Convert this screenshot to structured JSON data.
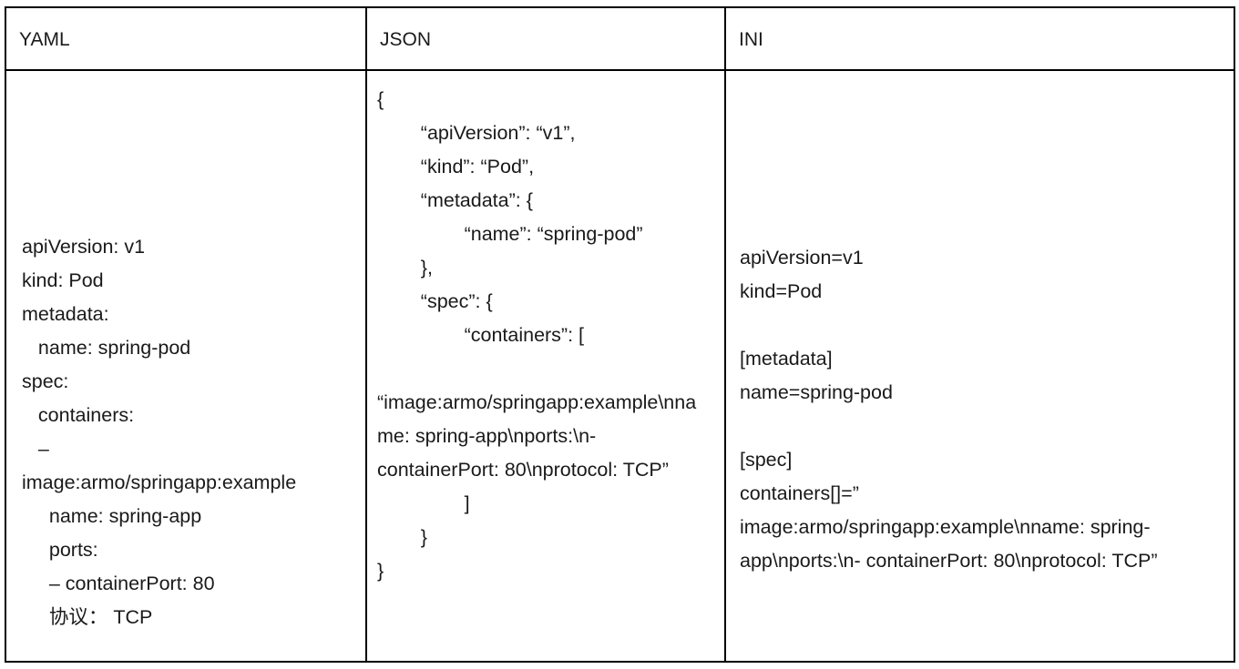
{
  "table": {
    "columns": [
      {
        "key": "yaml",
        "header": "YAML"
      },
      {
        "key": "json",
        "header": "JSON"
      },
      {
        "key": "ini",
        "header": "INI"
      }
    ]
  },
  "yaml": {
    "header": "YAML",
    "lines": [
      "apiVersion: v1",
      "kind: Pod",
      "metadata:",
      "   name: spring-pod",
      "spec:",
      "   containers:",
      "   –",
      "image:armo/springapp:example",
      "     name: spring-app",
      "     ports:",
      "     – containerPort: 80",
      "     协议： TCP"
    ]
  },
  "json": {
    "header": "JSON",
    "lines": [
      "{",
      "        “apiVersion”: “v1”,",
      "        “kind”: “Pod”,",
      "        “metadata”: {",
      "                “name”: “spring-pod”",
      "        },",
      "        “spec”: {",
      "                “containers”: [",
      "",
      "“image:armo/springapp:example\\nname: spring-app\\nports:\\n- containerPort: 80\\nprotocol: TCP”",
      "                ]",
      "        }",
      "}"
    ]
  },
  "ini": {
    "header": "INI",
    "lines": [
      "apiVersion=v1",
      "kind=Pod",
      "",
      "[metadata]",
      "name=spring-pod",
      "",
      "[spec]",
      "containers[]=”",
      "image:armo/springapp:example\\nname: spring-app\\nports:\\n- containerPort: 80\\nprotocol: TCP”"
    ]
  },
  "colors": {
    "border": "#000000",
    "text": "#1a1a1a",
    "background": "#ffffff"
  }
}
